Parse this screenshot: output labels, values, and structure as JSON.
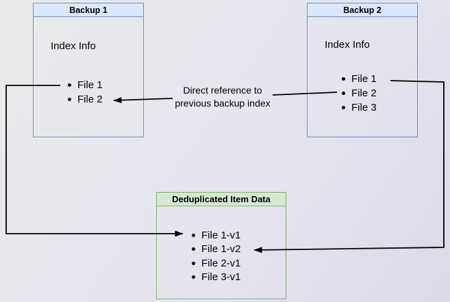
{
  "diagram": {
    "backup1": {
      "title": "Backup 1",
      "subtitle": "Index Info",
      "files": [
        "File 1",
        "File 2"
      ]
    },
    "backup2": {
      "title": "Backup 2",
      "subtitle": "Index Info",
      "files": [
        "File 1",
        "File 2",
        "File 3"
      ]
    },
    "dedup": {
      "title": "Deduplicated Item Data",
      "files": [
        "File 1-v1",
        "File 1-v2",
        "File 2-v1",
        "File 3-v1"
      ]
    },
    "annotation": {
      "line1": "Direct reference to",
      "line2": "previous backup index"
    },
    "colors": {
      "blue_fill": "#dae8fc",
      "blue_border": "#6c8ebf",
      "green_fill": "#d5e8d4",
      "green_border": "#82b366",
      "arrow": "#000000"
    }
  }
}
